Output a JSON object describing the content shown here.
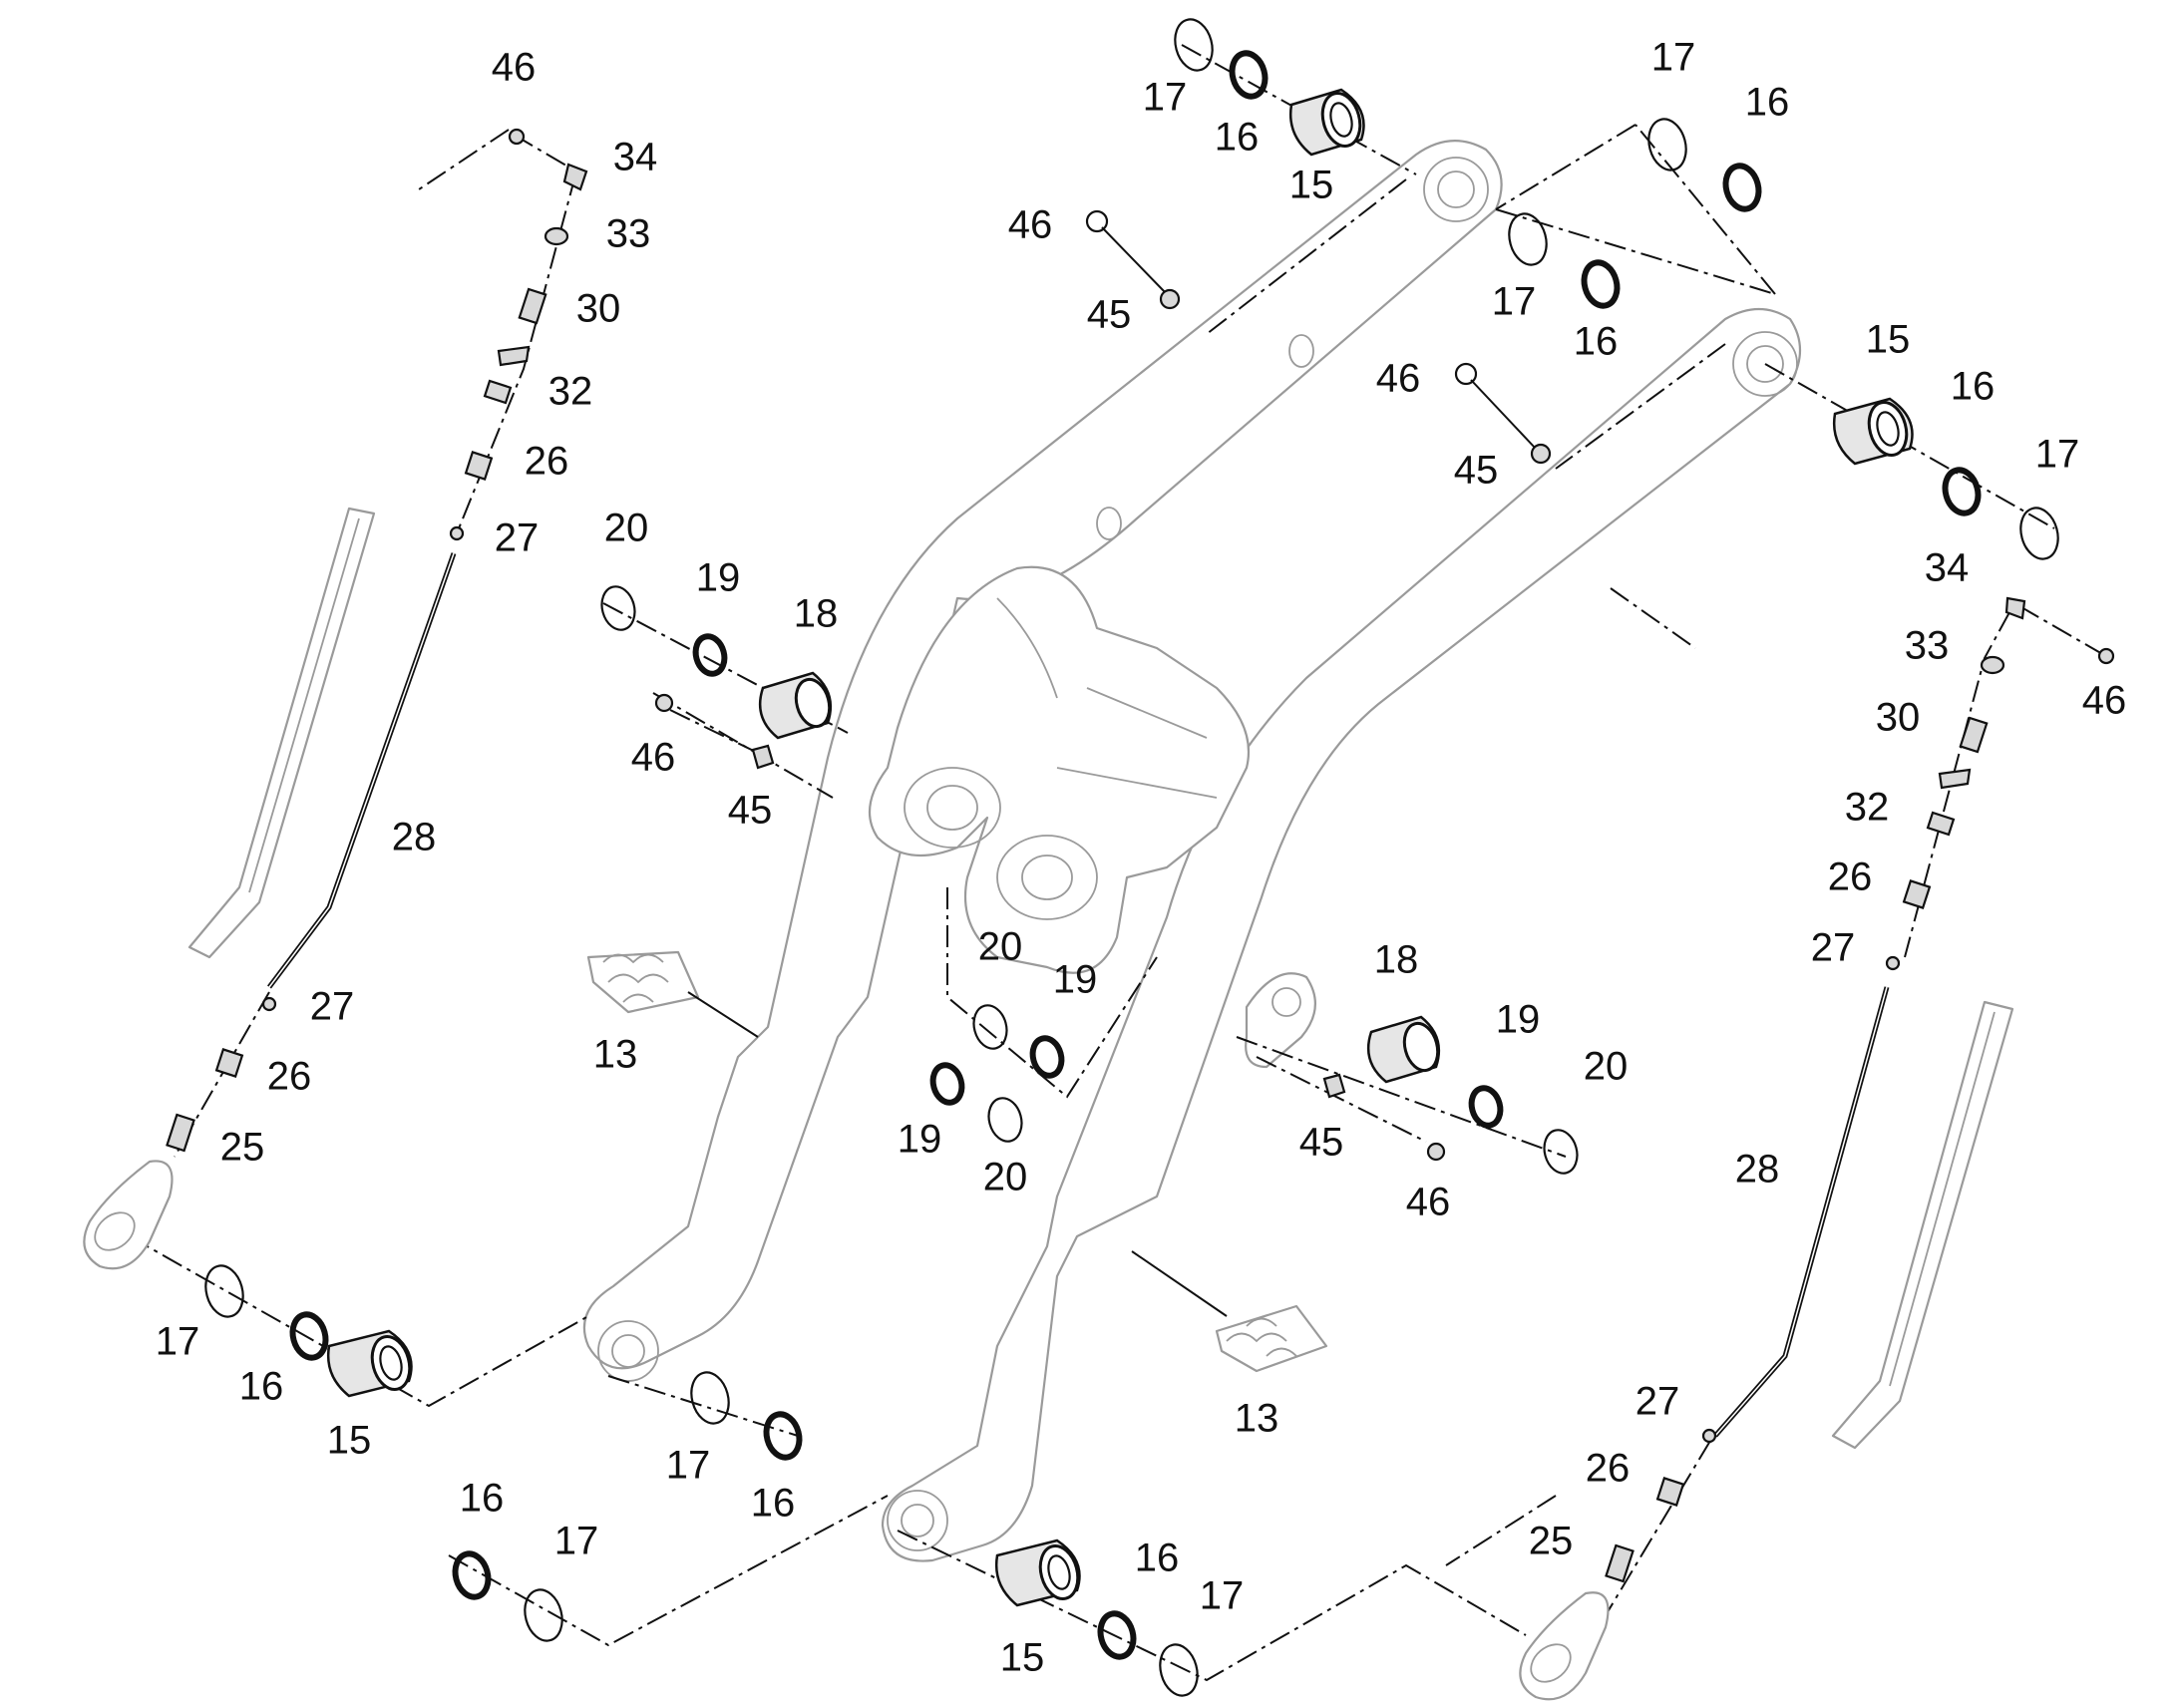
{
  "callouts": {
    "p13": "13",
    "p15": "15",
    "p16": "16",
    "p17": "17",
    "p18": "18",
    "p19": "19",
    "p20": "20",
    "p25": "25",
    "p26": "26",
    "p27": "27",
    "p28": "28",
    "p30": "30",
    "p32": "32",
    "p33": "33",
    "p34": "34",
    "p45": "45",
    "p46": "46"
  }
}
